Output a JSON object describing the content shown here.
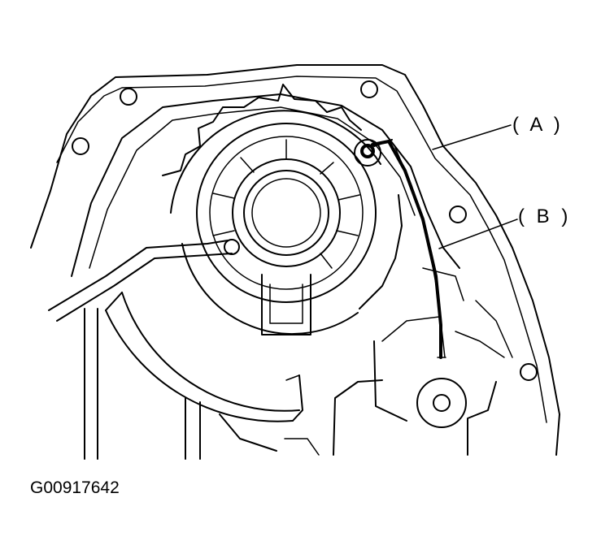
{
  "callouts": {
    "a": "( A )",
    "b": "( B )"
  },
  "figure_id": "G00917642"
}
